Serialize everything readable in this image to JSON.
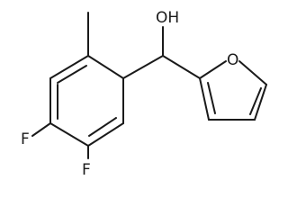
{
  "molecule": {
    "labels": {
      "hydroxyl": "OH",
      "furan_oxygen": "O",
      "fluorine_top": "F",
      "fluorine_bottom": "F"
    }
  }
}
